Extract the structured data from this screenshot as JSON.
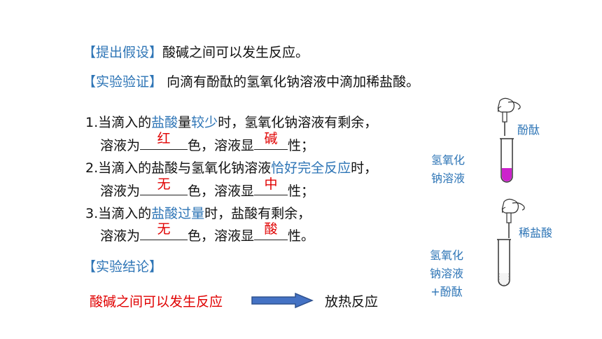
{
  "hypothesis": {
    "tag": "【提出假设】",
    "text": "酸碱之间可以发生反应。"
  },
  "verify": {
    "tag": "【实验验证】",
    "text": "向滴有酚酞的氢氧化钠溶液中滴加稀盐酸。"
  },
  "cases": [
    {
      "num": "1.当滴入的",
      "hl1": "盐酸",
      "mid": "量",
      "hl2": "较少",
      "tail": "时，氢氧化钠溶液有剩余，",
      "l2_pre": "溶液为",
      "color_answer": "红",
      "l2_mid": "色，溶液显",
      "nature_answer": "碱",
      "l2_post": "性；"
    },
    {
      "num": "2.当滴入的盐酸与氢氧化钠溶液",
      "hl1": "恰好完全反应",
      "tail": "时，",
      "l2_pre": "溶液为",
      "color_answer": "无",
      "l2_mid": "色，溶液显",
      "nature_answer": "中",
      "l2_post": "性；"
    },
    {
      "num": "3.当滴入的",
      "hl1": "盐酸过量",
      "tail": "时，盐酸有剩余，",
      "l2_pre": "溶液为",
      "color_answer": "无",
      "l2_mid": "色，溶液显",
      "nature_answer": "酸",
      "l2_post": "性。"
    }
  ],
  "conclusion": {
    "tag": "【实验结论】",
    "left": "酸碱之间可以发生反应",
    "right": "放热反应"
  },
  "diagram": {
    "top_dropper_label": "酚酞",
    "top_tube_label": [
      "氢氧化",
      "钠溶液"
    ],
    "bottom_dropper_label": "稀盐酸",
    "bottom_tube_label": [
      "氢氧化",
      "钠溶液",
      "+酚酞"
    ],
    "top_liquid_color": "#cc22cc",
    "accent_blue": "#2e75b6",
    "accent_red": "#e00000"
  }
}
